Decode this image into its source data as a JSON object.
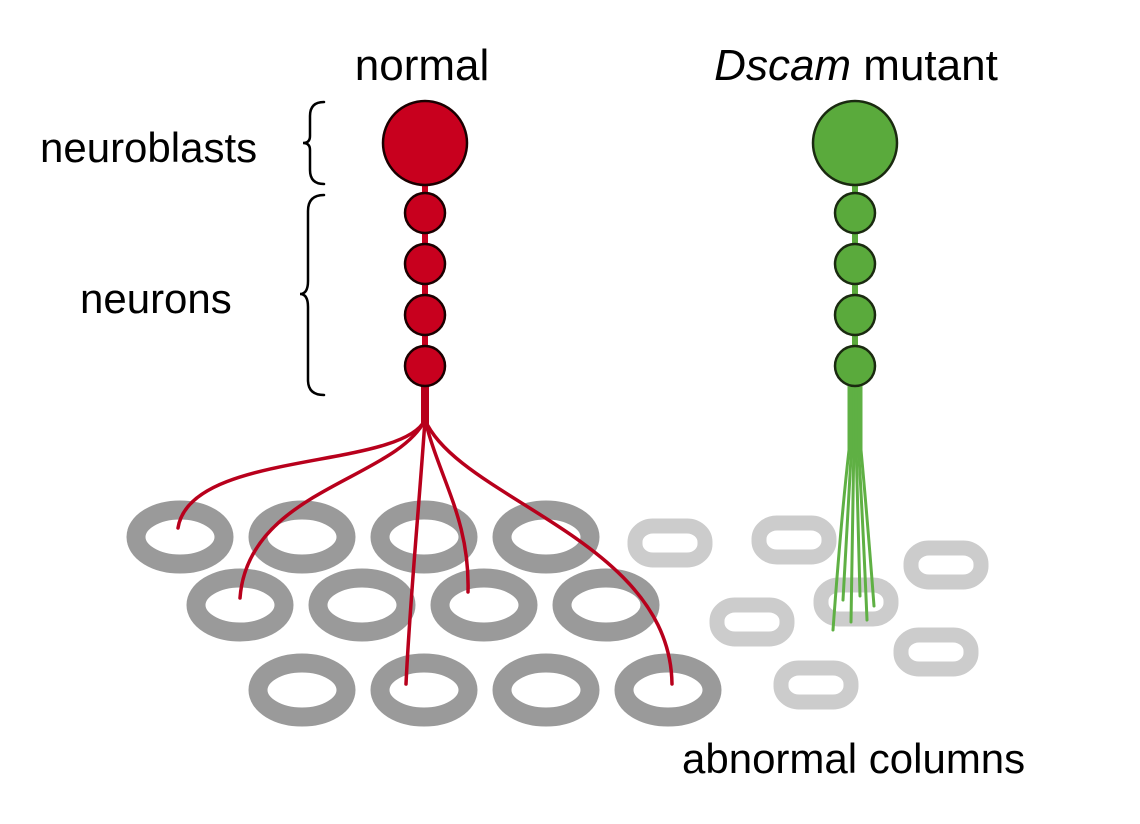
{
  "labels": {
    "normal_title": "normal",
    "mutant_title_gene": "Dscam",
    "mutant_title_rest": " mutant",
    "neuroblasts": "neuroblasts",
    "neurons": "neurons",
    "abnormal_columns": "abnormal columns"
  },
  "colors": {
    "normal_fill": "#c8001e",
    "normal_stroke": "#1a0000",
    "mutant_fill": "#5aaa3c",
    "mutant_stroke": "#1a2a10",
    "column_dark": "#9a9a9a",
    "column_light": "#cccccc",
    "normal_axon": "#b8001c",
    "mutant_axon": "#5fb044"
  },
  "icons": {
    "neuroblast": "circle-icon",
    "neuron": "circle-icon",
    "column": "ring-icon",
    "bracket": "curly-bracket-icon"
  }
}
